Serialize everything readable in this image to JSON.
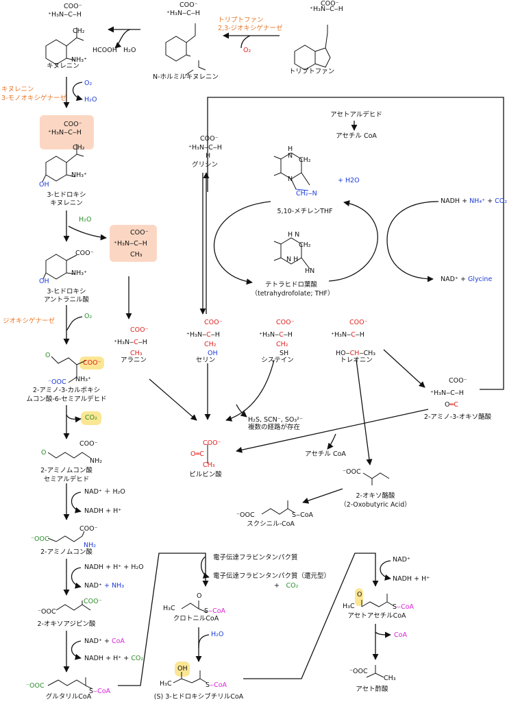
{
  "colors": {
    "enzyme": "#e8782a",
    "blue": "#1a3ad8",
    "green": "#2a8c2a",
    "magenta": "#d822d8",
    "red": "#e02020",
    "highlight": "#fbd7c3",
    "yellow": "#fbe694"
  },
  "enzymes": {
    "tdo": "トリプトファン\n2,3-ジオキシゲナーゼ",
    "kmo": "キヌレニン\n3-モノオキシゲナーゼ",
    "dioxygenase": "ジオキシゲナーゼ"
  },
  "compounds": {
    "tryptophan": "トリプトファン",
    "n_formylkynurenine": "N-ホルミルキヌレニン",
    "kynurenine": "キヌレニン",
    "hydroxykynurenine": "3-ヒドロキシ\nキヌレニン",
    "hydroxyanthranilic": "3-ヒドロキシ\nアントラニル酸",
    "acms": "2-アミノ-3-カルボキシ\nムコン酸-6-セミアルデヒド",
    "ams": "2-アミノムコン酸\nセミアルデヒド",
    "aminomuconate": "2-アミノムコン酸",
    "oxoadipate": "2-オキソアジピン酸",
    "glutaryl_coa": "グルタリルCoA",
    "crotonyl_coa": "クロトニルCoA",
    "hydroxybutyryl_coa": "(S) 3-ヒドロキシブチリルCoA",
    "acetoacetyl_coa": "アセトアセチルCoA",
    "acetoacetate": "アセト酢酸",
    "glycine": "グリシン",
    "methylene_thf": "5,10-メチレンTHF",
    "thf": "テトラヒドロ葉酸",
    "thf_en": "（tetrahydrofolate; THF）",
    "alanine": "アラニン",
    "serine": "セリン",
    "cysteine": "システイン",
    "threonine": "トレオニン",
    "amino_oxobutyrate": "2-アミノ-3-オキソ酪酸",
    "pyruvate": "ピルビン酸",
    "oxobutyrate": "2-オキソ酪酸",
    "oxobutyrate_en": "（2-Oxobutyric Acid）",
    "succinyl_coa": "スクシニル-CoA",
    "acetaldehyde": "アセトアルデヒド",
    "acetyl_coa_top": "アセチル CoA",
    "acetyl_coa_mid": "アセチル CoA"
  },
  "reagents": {
    "o2_tdo": "O2",
    "hcooh": "HCOOH",
    "h2o_formamidase": "H2O",
    "o2_kmo": "O2",
    "h2o_kmo": "H2O",
    "h2o_kynureninase": "H2O",
    "o2_dioxygenase": "O2",
    "co2_decarb": "CO2",
    "nad_ams": "NAD+ ＋ H2O",
    "nadh_ams": "NADH + H+",
    "nadh_reduce": "NADH + H+ + H2O",
    "nad_reduce": "NAD+",
    "nh3": "+ NH3",
    "nad_oxo": "NAD+ +",
    "coa_oxo": "CoA",
    "nadh_oxo": "NADH + H+ +",
    "co2_oxo": "CO2",
    "etf": "電子伝達フラビンタンパク質",
    "etf_reduced": "電子伝達フラビンタンパク質（還元型）",
    "co2_etf": "+　CO2",
    "h2o_crotonase": "H2O",
    "nad_hbd": "NAD+",
    "nadh_hbd": "NADH + H+",
    "coa_release": "CoA",
    "h2o_shmt": "+ H2O",
    "nadh_gcs": "NADH +",
    "nh4_gcs": "NH4+ + CO2",
    "nad_gcs": "NAD+ +",
    "glycine_gcs": "Glycine",
    "cys_products": "H2S, SCN-, SO3 2-\n複数の経路が存在"
  }
}
